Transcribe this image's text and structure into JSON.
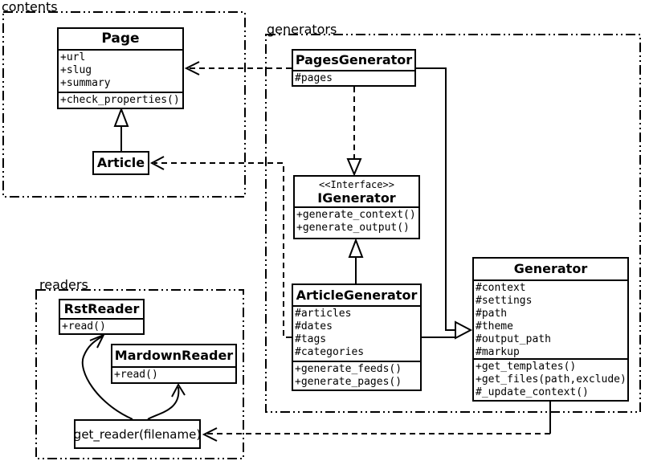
{
  "diagram_type": "uml-class-diagram",
  "colors": {
    "line": "#000000",
    "background": "#ffffff"
  },
  "packages": {
    "contents": {
      "label": "contents"
    },
    "generators": {
      "label": "generators"
    },
    "readers": {
      "label": "readers"
    }
  },
  "classes": {
    "page": {
      "title": "Page",
      "attributes": [
        "+url",
        "+slug",
        "+summary"
      ],
      "methods": [
        "+check_properties()"
      ]
    },
    "article": {
      "title": "Article"
    },
    "pages_generator": {
      "title": "PagesGenerator",
      "attributes": [
        "#pages"
      ]
    },
    "igenerator": {
      "stereotype": "<<Interface>>",
      "title": "IGenerator",
      "methods": [
        "+generate_context()",
        "+generate_output()"
      ]
    },
    "article_generator": {
      "title": "ArticleGenerator",
      "attributes": [
        "#articles",
        "#dates",
        "#tags",
        "#categories"
      ],
      "methods": [
        "+generate_feeds()",
        "+generate_pages()"
      ]
    },
    "generator": {
      "title": "Generator",
      "attributes": [
        "#context",
        "#settings",
        "#path",
        "#theme",
        "#output_path",
        "#markup"
      ],
      "methods": [
        "+get_templates()",
        "+get_files(path,exclude)",
        "#_update_context()"
      ]
    },
    "rst_reader": {
      "title": "RstReader",
      "methods": [
        "+read()"
      ]
    },
    "mardown_reader": {
      "title": "MardownReader",
      "methods": [
        "+read()"
      ]
    },
    "get_reader": {
      "label": "get_reader(filename)"
    }
  }
}
